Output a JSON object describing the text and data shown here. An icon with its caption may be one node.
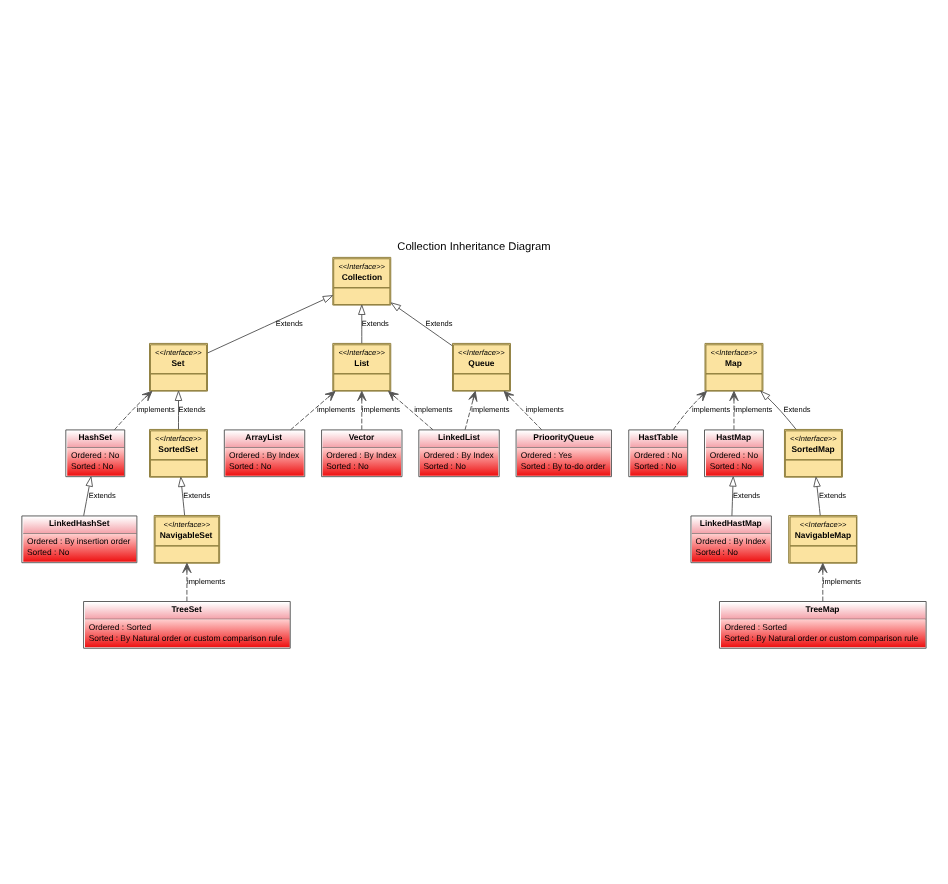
{
  "diagram": {
    "title": "Collection Inheritance Diagram",
    "nodes": [
      {
        "text": [
          "<<Interface>>",
          "Collection"
        ]
      },
      {
        "text": [
          "<<Interface>>",
          "Set"
        ]
      },
      {
        "text": [
          "<<Interface>>",
          "List"
        ]
      },
      {
        "text": [
          "<<Interface>>",
          "Queue"
        ]
      },
      {
        "text": [
          "HashSet",
          "Ordered : No",
          "Sorted : No"
        ]
      },
      {
        "text": [
          "<<Interface>>",
          "SortedSet"
        ]
      },
      {
        "text": [
          "ArrayList",
          "Ordered : By Index",
          "Sorted : No"
        ]
      },
      {
        "text": [
          "Vector",
          "Ordered : By Index",
          "Sorted : No"
        ]
      },
      {
        "text": [
          "LinkedList",
          "Ordered : By Index",
          "Sorted : No"
        ]
      },
      {
        "text": [
          "PrioorityQueue",
          "Ordered : Yes",
          "Sorted : By to-do order"
        ]
      },
      {
        "text": [
          "LinkedHashSet",
          "Ordered : By insertion order",
          "Sorted : No"
        ]
      },
      {
        "text": [
          "<<Interface>>",
          "NavigableSet"
        ]
      },
      {
        "text": [
          "TreeSet",
          "Ordered : Sorted",
          "Sorted : By Natural order or custom comparison rule"
        ]
      },
      {
        "text": [
          "<<Interface>>",
          "Map"
        ]
      },
      {
        "text": [
          "HastTable",
          "Ordered : No",
          "Sorted : No"
        ]
      },
      {
        "text": [
          "HastMap",
          "Ordered : No",
          "Sorted : No"
        ]
      },
      {
        "text": [
          "<<Interface>>",
          "SortedMap"
        ]
      },
      {
        "text": [
          "LinkedHastMap",
          "Ordered : By Index",
          "Sorted : No"
        ]
      },
      {
        "text": [
          "<<Interface>>",
          "NavigableMap"
        ]
      },
      {
        "text": [
          "TreeMap",
          "Ordered : Sorted",
          "Sorted : By Natural order or custom comparison rule"
        ]
      }
    ],
    "edges": [
      {
        "from": 1,
        "to": 0,
        "arrow": "to",
        "label": "Extends"
      },
      {
        "from": 2,
        "to": 0,
        "arrow": "to",
        "label": "Extends"
      },
      {
        "from": 3,
        "to": 0,
        "arrow": "to",
        "label": "Extends"
      },
      {
        "from": 4,
        "to": 1,
        "arrow": "to",
        "label": "implements",
        "style": "dashed"
      },
      {
        "from": 5,
        "to": 1,
        "arrow": "to",
        "label": "Extends"
      },
      {
        "from": 6,
        "to": 2,
        "arrow": "to",
        "label": "implements",
        "style": "dashed"
      },
      {
        "from": 7,
        "to": 2,
        "arrow": "to",
        "label": "implements",
        "style": "dashed"
      },
      {
        "from": 8,
        "to": 2,
        "arrow": "to",
        "label": "implements",
        "style": "dashed"
      },
      {
        "from": 8,
        "to": 3,
        "arrow": "to",
        "label": "implements",
        "style": "dashed"
      },
      {
        "from": 9,
        "to": 3,
        "arrow": "to",
        "label": "implements",
        "style": "dashed"
      },
      {
        "from": 10,
        "to": 4,
        "arrow": "to",
        "label": "Extends"
      },
      {
        "from": 11,
        "to": 5,
        "arrow": "to",
        "label": "Extends"
      },
      {
        "from": 12,
        "to": 11,
        "arrow": "to",
        "label": "implements",
        "style": "dashed"
      },
      {
        "from": 14,
        "to": 13,
        "arrow": "to",
        "label": "implements",
        "style": "dashed"
      },
      {
        "from": 15,
        "to": 13,
        "arrow": "to",
        "label": "implements",
        "style": "dashed"
      },
      {
        "from": 16,
        "to": 13,
        "arrow": "to",
        "label": "Extends"
      },
      {
        "from": 17,
        "to": 15,
        "arrow": "to",
        "label": "Extends"
      },
      {
        "from": 18,
        "to": 16,
        "arrow": "to",
        "label": "Extends"
      },
      {
        "from": 19,
        "to": 18,
        "arrow": "to",
        "label": "implements",
        "style": "dashed"
      }
    ]
  }
}
